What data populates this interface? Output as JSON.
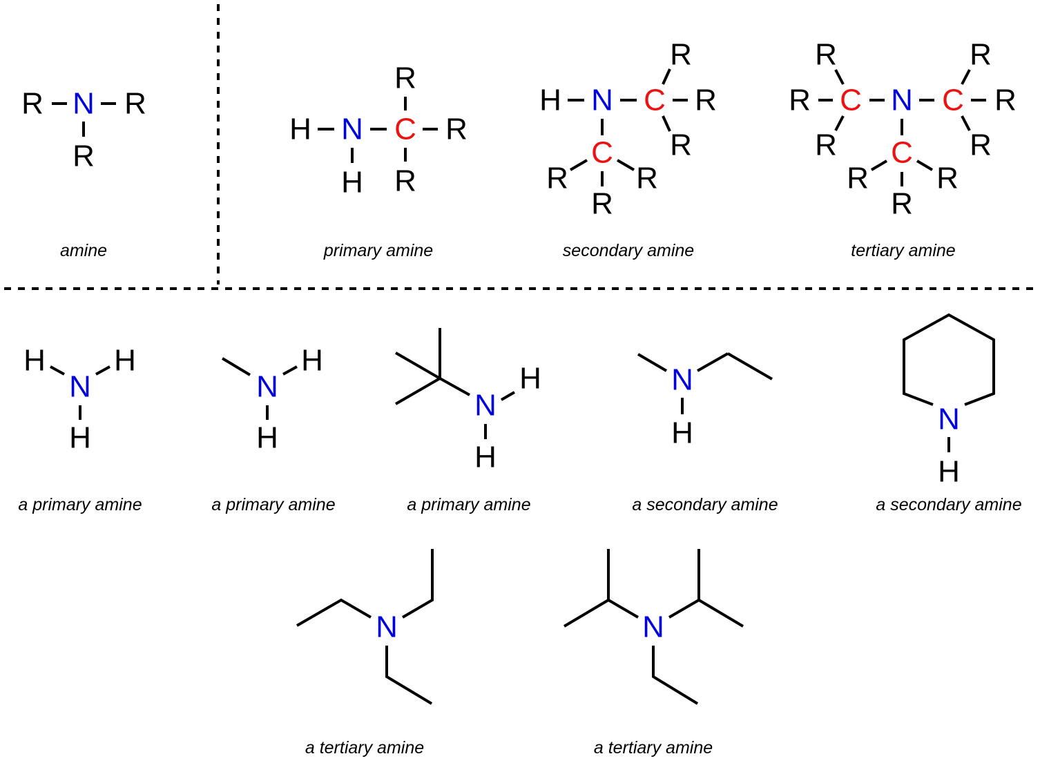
{
  "colors": {
    "bond": "#000000",
    "nitrogen": "#0000dd",
    "alpha_carbon": "#ee1111",
    "default_atom": "#000000"
  },
  "atoms": {
    "R": "R",
    "N": "N",
    "C": "C",
    "H": "H"
  },
  "captions": {
    "amine": "amine",
    "primary_amine": "primary amine",
    "secondary_amine": "secondary amine",
    "tertiary_amine": "tertiary amine",
    "ex_primary_1": "a primary amine",
    "ex_primary_2": "a primary amine",
    "ex_primary_3": "a primary amine",
    "ex_secondary_1": "a secondary amine",
    "ex_secondary_2": "a secondary amine",
    "ex_tertiary_1": "a tertiary amine",
    "ex_tertiary_2": "a tertiary amine"
  }
}
